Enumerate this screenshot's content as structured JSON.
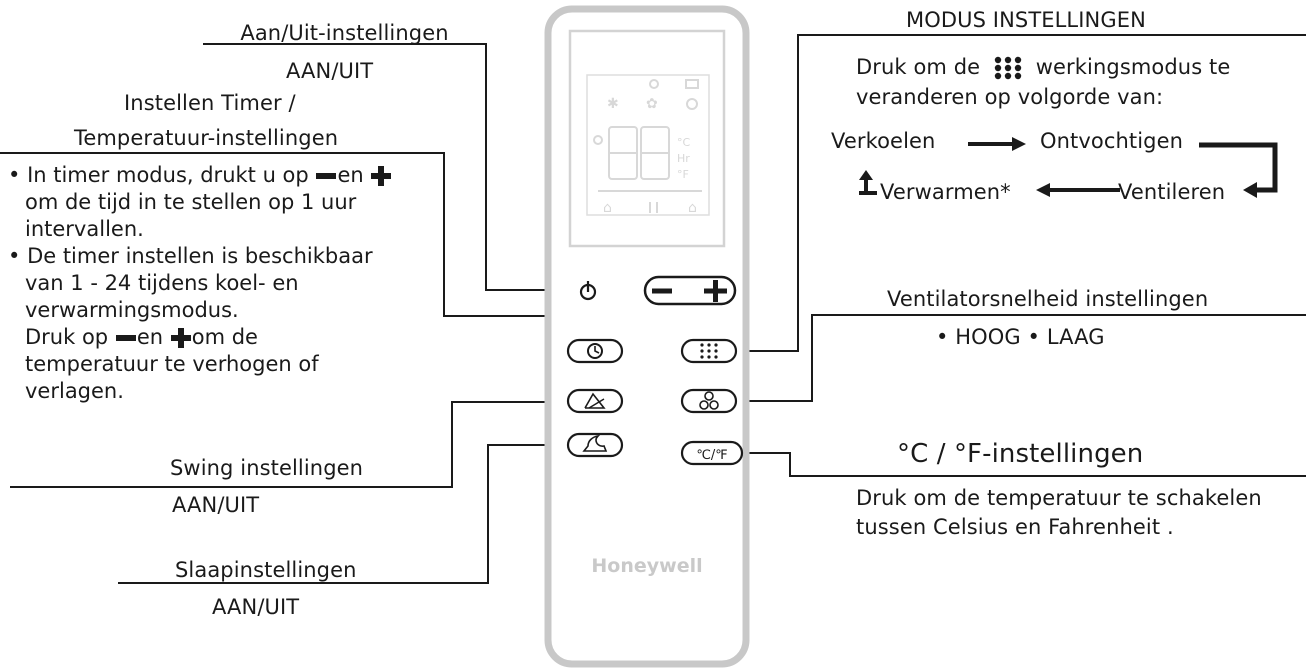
{
  "colors": {
    "ink": "#1a1a1a",
    "remote_outline": "#c8c8c8",
    "remote_body": "#ffffff",
    "display_seg": "#d8d8d8",
    "brand": "#c9c9c9"
  },
  "labels": {
    "power_title": "Aan/Uit-instellingen",
    "power_sub": "AAN/UIT",
    "timer_title_1": "Instellen Timer /",
    "timer_title_2": "Temperatuur-instellingen",
    "timer_desc": {
      "bullet1_line1_a": "In timer modus, drukt u op",
      "bullet1_line1_b": "en",
      "bullet1_line2": "om de tijd in te stellen op 1 uur",
      "bullet1_line3": "intervallen.",
      "bullet2_line1": "De timer instellen is beschikbaar",
      "bullet2_line2": "van 1 - 24 tijdens koel- en",
      "bullet2_line3": "verwarmingsmodus.",
      "line4_a": "Druk op",
      "line4_b": "en",
      "line4_c": "om de",
      "line5": "temperatuur te verhogen of",
      "line6": "verlagen."
    },
    "swing_title": "Swing instellingen",
    "swing_sub": "AAN/UIT",
    "sleep_title": "Slaapinstellingen",
    "sleep_sub": "AAN/UIT",
    "mode_title": "MODUS INSTELLINGEN",
    "mode_desc_1a": "Druk om de",
    "mode_desc_1b": "werkingsmodus te",
    "mode_desc_2": "veranderen op volgorde van:",
    "mode_seq": {
      "cool": "Verkoelen",
      "dry": "Ontvochtigen",
      "fan": "Ventileren",
      "heat": "Verwarmen*"
    },
    "fan_title": "Ventilatorsnelheid instellingen",
    "fan_sub": "• HOOG • LAAG",
    "unit_title": "°C / °F-instellingen",
    "unit_desc_1": "Druk om de temperatuur te schakelen",
    "unit_desc_2": "tussen Celsius en Fahrenheit ."
  },
  "remote": {
    "brand": "Honeywell",
    "display_digits": "88",
    "display_units": [
      "°C",
      "Hr",
      "°F"
    ],
    "unit_button": "℃/℉"
  }
}
